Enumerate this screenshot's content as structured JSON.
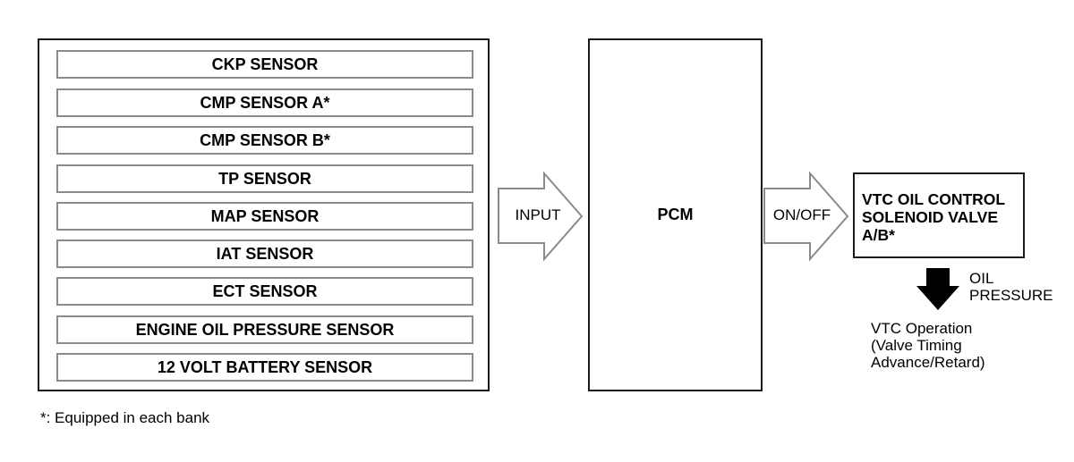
{
  "sensors": [
    "CKP SENSOR",
    "CMP SENSOR A*",
    "CMP SENSOR B*",
    "TP SENSOR",
    "MAP SENSOR",
    "IAT SENSOR",
    "ECT SENSOR",
    "ENGINE OIL PRESSURE SENSOR",
    "12 VOLT BATTERY SENSOR"
  ],
  "arrows": {
    "input_label": "INPUT",
    "output_label": "ON/OFF",
    "oil_label": "OIL\nPRESSURE"
  },
  "pcm": {
    "label": "PCM"
  },
  "vtc_valve": {
    "label": "VTC OIL CONTROL\nSOLENOID VALVE\nA/B*"
  },
  "vtc_operation": {
    "label": "VTC Operation\n(Valve Timing\nAdvance/Retard)"
  },
  "footnote": "*: Equipped in each bank",
  "colors": {
    "outline": "#1a1a1a",
    "sensor_border": "#8a8a8a",
    "arrow_fill": "#000000"
  }
}
